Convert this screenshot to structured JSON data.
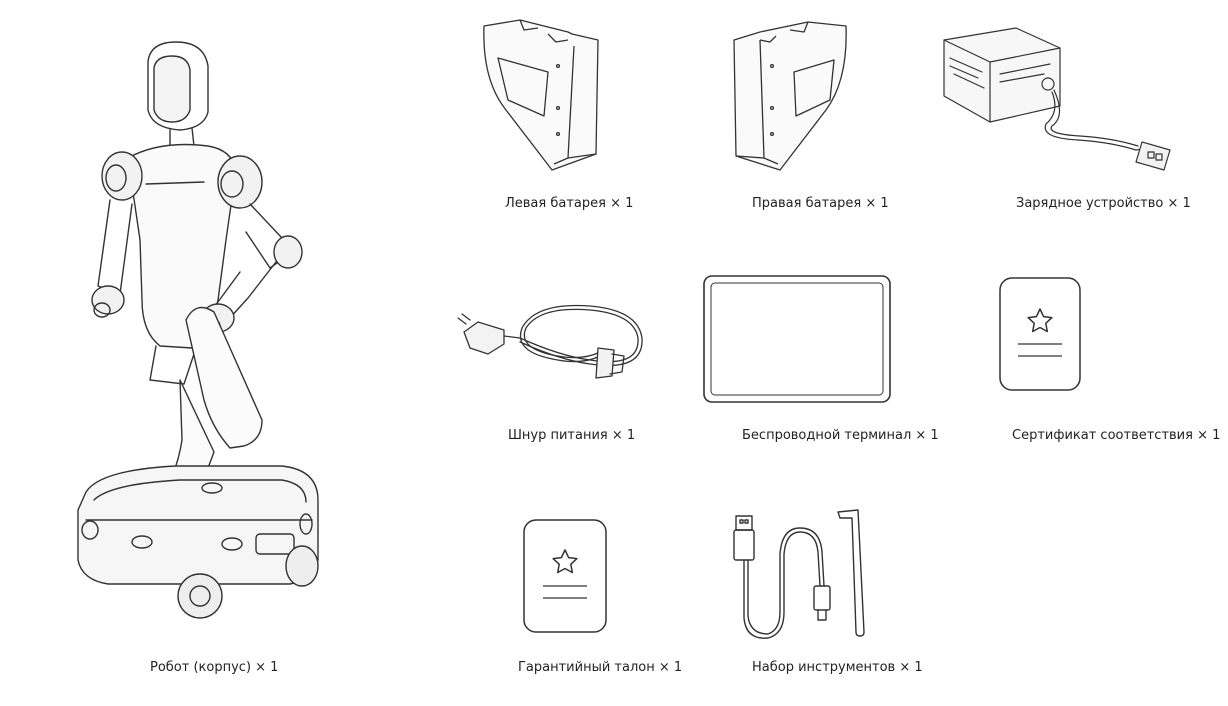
{
  "items": [
    {
      "id": "robot",
      "name": "Робот (корпус)",
      "qty": "× 1"
    },
    {
      "id": "left_battery",
      "name": "Левая батарея",
      "qty": "× 1"
    },
    {
      "id": "right_battery",
      "name": "Правая батарея",
      "qty": "× 1"
    },
    {
      "id": "charger",
      "name": "Зарядное устройство",
      "qty": "× 1"
    },
    {
      "id": "power_cord",
      "name": "Шнур питания",
      "qty": "× 1"
    },
    {
      "id": "wireless_terminal",
      "name": "Беспроводной терминал",
      "qty": "× 1"
    },
    {
      "id": "certificate",
      "name": "Сертификат соответствия",
      "qty": "× 1"
    },
    {
      "id": "warranty_card",
      "name": "Гарантийный талон",
      "qty": "× 1"
    },
    {
      "id": "tool_kit",
      "name": "Набор инструментов",
      "qty": "× 1"
    }
  ]
}
